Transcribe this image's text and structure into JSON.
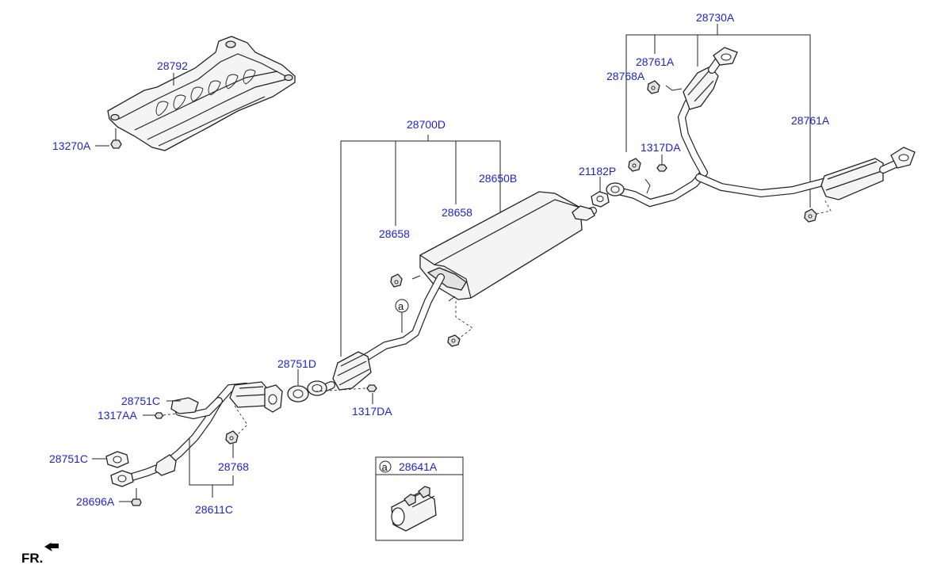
{
  "callouts": {
    "heat_shield": "28792",
    "heat_shield_nut": "13270A",
    "center_muffler_assy": "28700D",
    "center_muffler": "28650B",
    "hanger_left": "28658",
    "hanger_right": "28658",
    "rear_muffler_assy": "28730A",
    "rear_hanger_top": "28761A",
    "rear_hanger_rubber": "28768A",
    "rear_hanger_right": "28761A",
    "gasket_rear": "21182P",
    "nut_rear": "1317DA",
    "gasket_center": "28751D",
    "nut_center": "1317DA",
    "gasket_front_top": "28751C",
    "nut_front_top": "1317AA",
    "gasket_front_bottom": "28751C",
    "bolt_front": "28696A",
    "front_hanger": "28768",
    "front_pipe": "28611C",
    "clamp_ref": "28641A"
  },
  "marker_letter": "a",
  "inset_letter": "a",
  "direction_label": "FR."
}
